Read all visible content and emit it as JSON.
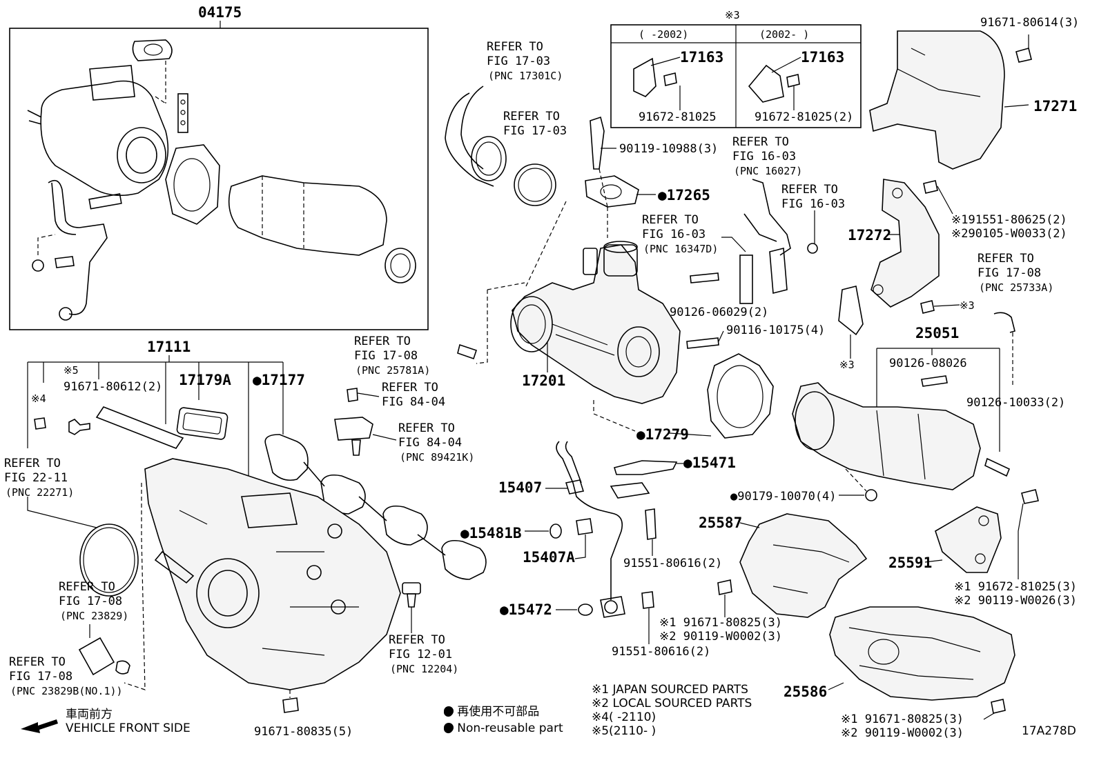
{
  "labels": {
    "p04175": "04175",
    "p17111": "17111",
    "p17179a": "17179A",
    "p17177": "●17177",
    "p91671_80612": "91671-80612(2)",
    "note5": "※5",
    "note4": "※4",
    "refer_2211_a": "REFER TO",
    "refer_2211_b": "FIG 22-11",
    "refer_2211_c": "(PNC 22271)",
    "refer_1708a_a": "REFER TO",
    "refer_1708a_b": "FIG 17-08",
    "refer_1708a_c": "(PNC 23829)",
    "refer_1708b_a": "REFER TO",
    "refer_1708b_b": "FIG 17-08",
    "refer_1708b_c": "(PNC 23829B(NO.1))",
    "refer_1201_a": "REFER TO",
    "refer_1201_b": "FIG 12-01",
    "refer_1201_c": "(PNC 12204)",
    "p91671_80835": "91671-80835(5)",
    "legend_jp": "車両前方",
    "legend_front": "VEHICLE FRONT SIDE",
    "refer_1703a_a": "REFER TO",
    "refer_1703a_b": "FIG 17-03",
    "refer_1703a_c": "(PNC 17301C)",
    "refer_1703b_a": "REFER TO",
    "refer_1703b_b": "FIG 17-03",
    "p90119_10988": "90119-10988(3)",
    "p17265": "●17265",
    "refer_1603a_a": "REFER TO",
    "refer_1603a_b": "FIG 16-03",
    "refer_1603a_c": "(PNC 16347D)",
    "refer_1603b_a": "REFER TO",
    "refer_1603b_b": "FIG 16-03",
    "refer_1603b_c": "(PNC 16027)",
    "refer_1603c_a": "REFER TO",
    "refer_1603c_b": "FIG 16-03",
    "p90126_06029": "90126-06029(2)",
    "p90116_10175": "90116-10175(4)",
    "refer_1708c_a": "REFER TO",
    "refer_1708c_b": "FIG 17-08",
    "refer_1708c_c": "(PNC 25781A)",
    "p17201": "17201",
    "refer_8404a_a": "REFER TO",
    "refer_8404a_b": "FIG 84-04",
    "refer_8404b_a": "REFER TO",
    "refer_8404b_b": "FIG 84-04",
    "refer_8404b_c": "(PNC 89421K)",
    "p17279": "●17279",
    "p15471": "●15471",
    "p15407": "15407",
    "p15481b": "●15481B",
    "p15407a": "15407A",
    "p91551_80616a": "91551-80616(2)",
    "p15472": "●15472",
    "p91551_80616b": "91551-80616(2)",
    "n1_91671_80825": "※1  91671-80825(3)",
    "n2_90119_w0002": "※2  90119-W0002(3)",
    "note3_top": "※3",
    "range_left": "(    -2002)",
    "range_right": "(2002-     )",
    "p17163a": "17163",
    "p17163b": "17163",
    "p91672_81025a": "91672-81025",
    "p91672_81025b": "91672-81025(2)",
    "p91671_80614": "91671-80614(3)",
    "p17271": "17271",
    "p17272": "17272",
    "n1_91551_80625": "※191551-80625(2)",
    "n2_90105_w0033": "※290105-W0033(2)",
    "refer_1708d_a": "REFER TO",
    "refer_1708d_b": "FIG 17-08",
    "refer_1708d_c": "(PNC 25733A)",
    "note3_bolt": "※3",
    "note3_bracket": "※3",
    "p25051": "25051",
    "p90126_08026": "90126-08026",
    "p90126_10033": "90126-10033(2)",
    "p90179_10070": "●90179-10070(4)",
    "p25587": "25587",
    "p25591": "25591",
    "n1_91672_81025": "※1  91672-81025(3)",
    "n2_90119_w0026": "※2  90119-W0026(3)",
    "p25586": "25586",
    "n1_91671_80825b": "※1  91671-80825(3)",
    "n2_90119_w0002b": "※2  90119-W0002(3)",
    "foot_n1": "※1  JAPAN SOURCED PARTS",
    "foot_n2": "※2  LOCAL SOURCED PARTS",
    "foot_n4": "※4(     -2110)",
    "foot_n5": "※5(2110-     )",
    "foot_jp": "● 再使用不可部品",
    "foot_nonreuse": "● Non-reusable part",
    "fig_code": "17A278D"
  }
}
